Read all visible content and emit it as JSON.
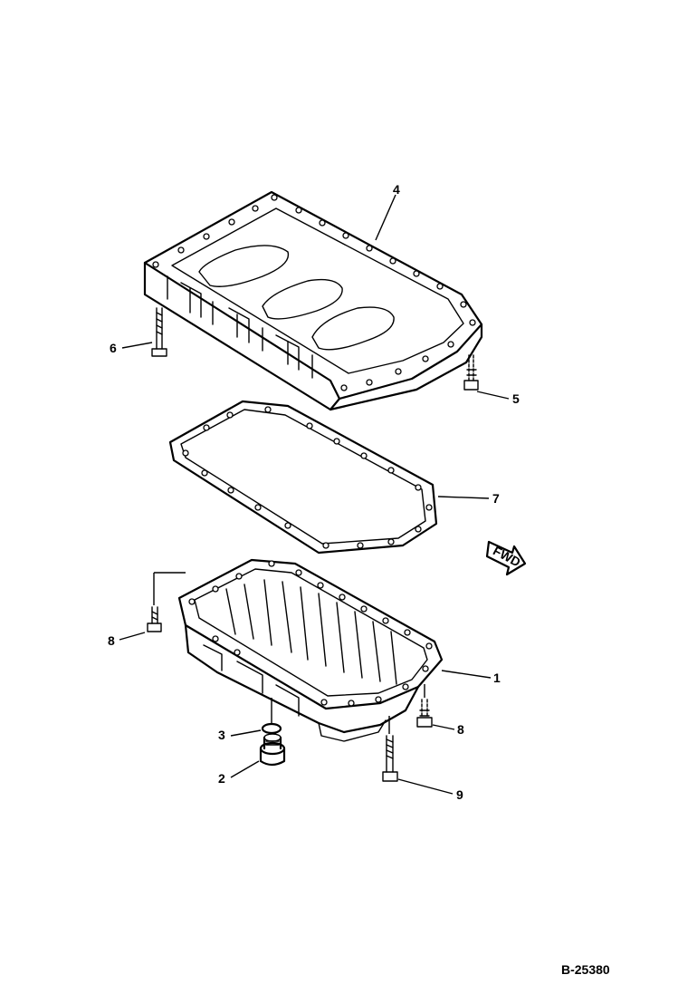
{
  "diagram": {
    "title": "",
    "reference_code": "B-25380",
    "fwd_label": "FWD",
    "callouts": [
      {
        "id": "c1",
        "label": "1"
      },
      {
        "id": "c2",
        "label": "2"
      },
      {
        "id": "c3",
        "label": "3"
      },
      {
        "id": "c4",
        "label": "4"
      },
      {
        "id": "c5",
        "label": "5"
      },
      {
        "id": "c6",
        "label": "6"
      },
      {
        "id": "c7",
        "label": "7"
      },
      {
        "id": "c8a",
        "label": "8"
      },
      {
        "id": "c8b",
        "label": "8"
      },
      {
        "id": "c9",
        "label": "9"
      }
    ]
  }
}
